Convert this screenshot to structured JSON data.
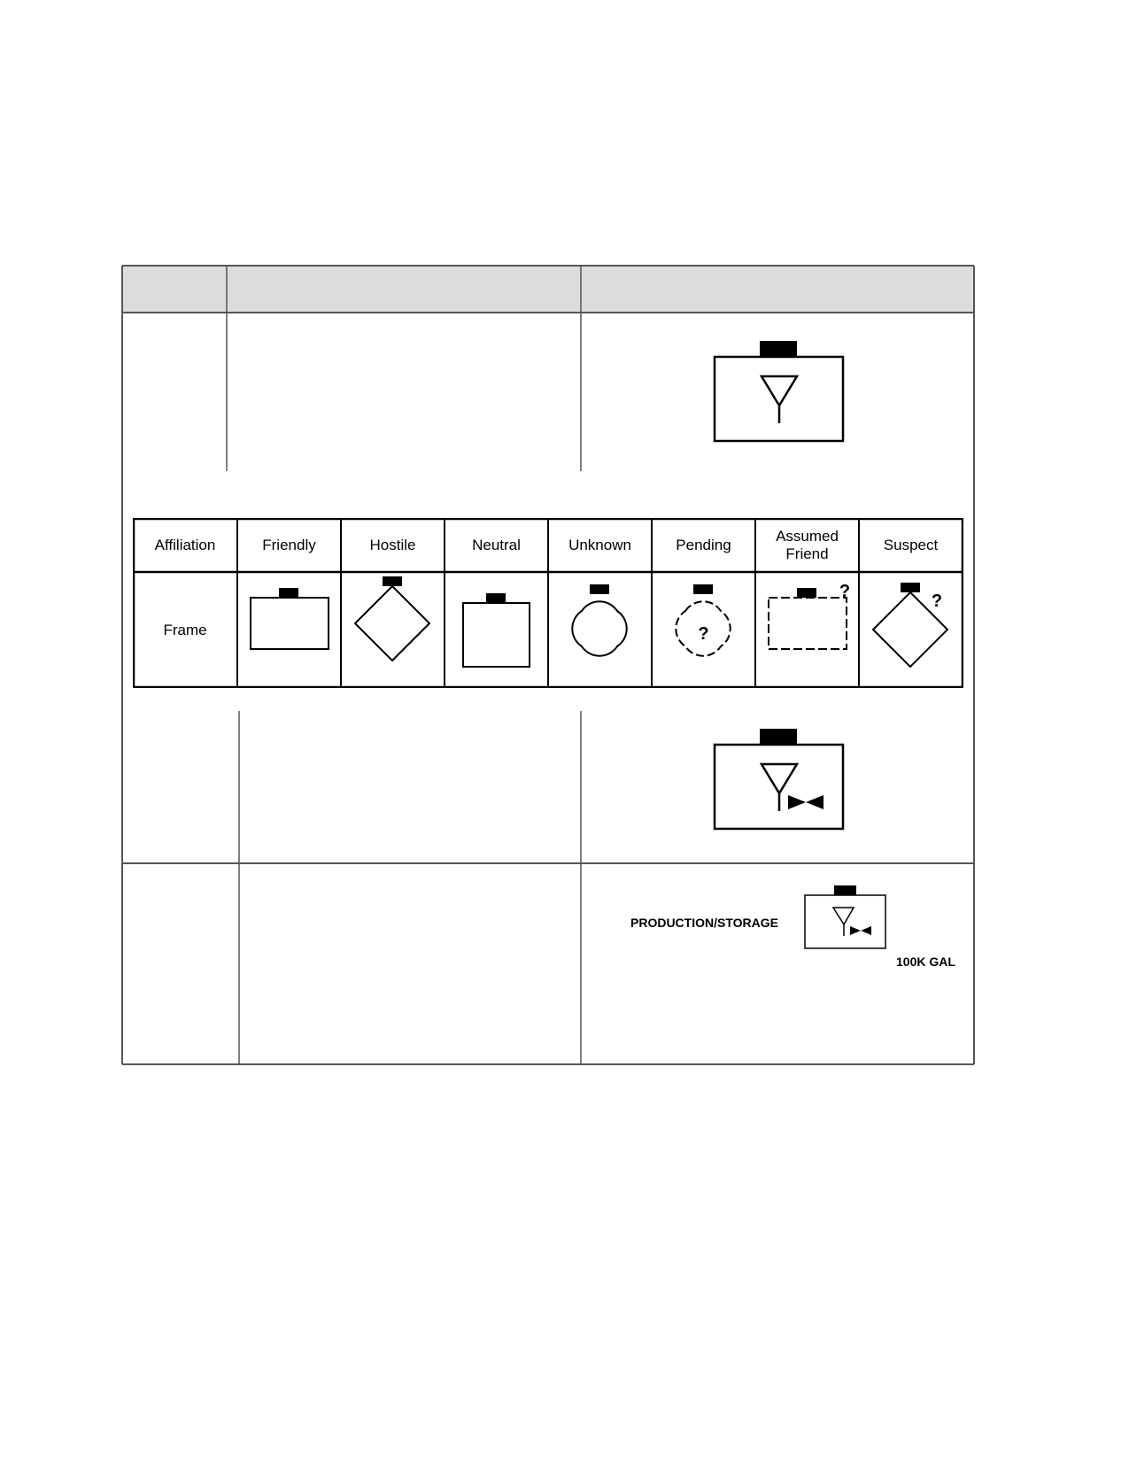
{
  "affiliation_table": {
    "header": {
      "row_label": "Affiliation",
      "columns": [
        "Friendly",
        "Hostile",
        "Neutral",
        "Unknown",
        "Pending",
        "Assumed\nFriend",
        "Suspect"
      ]
    },
    "frame_row_label": "Frame",
    "symbol_marks": {
      "pending": "?",
      "assumed_friend": "?",
      "suspect": "?"
    }
  },
  "example_symbol": {
    "label": "PRODUCTION/STORAGE",
    "quantity": "100K GAL"
  }
}
